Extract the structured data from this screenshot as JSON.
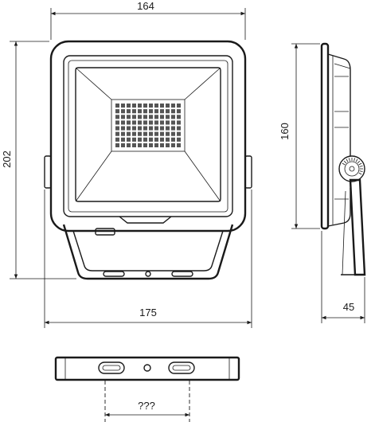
{
  "dimensions": {
    "front_width": "164",
    "front_height": "202",
    "bracket_width": "175",
    "side_height": "160",
    "side_depth": "45",
    "hole_spacing": "???"
  },
  "colors": {
    "line": "#1a1a1a",
    "led_fill": "#555555"
  }
}
